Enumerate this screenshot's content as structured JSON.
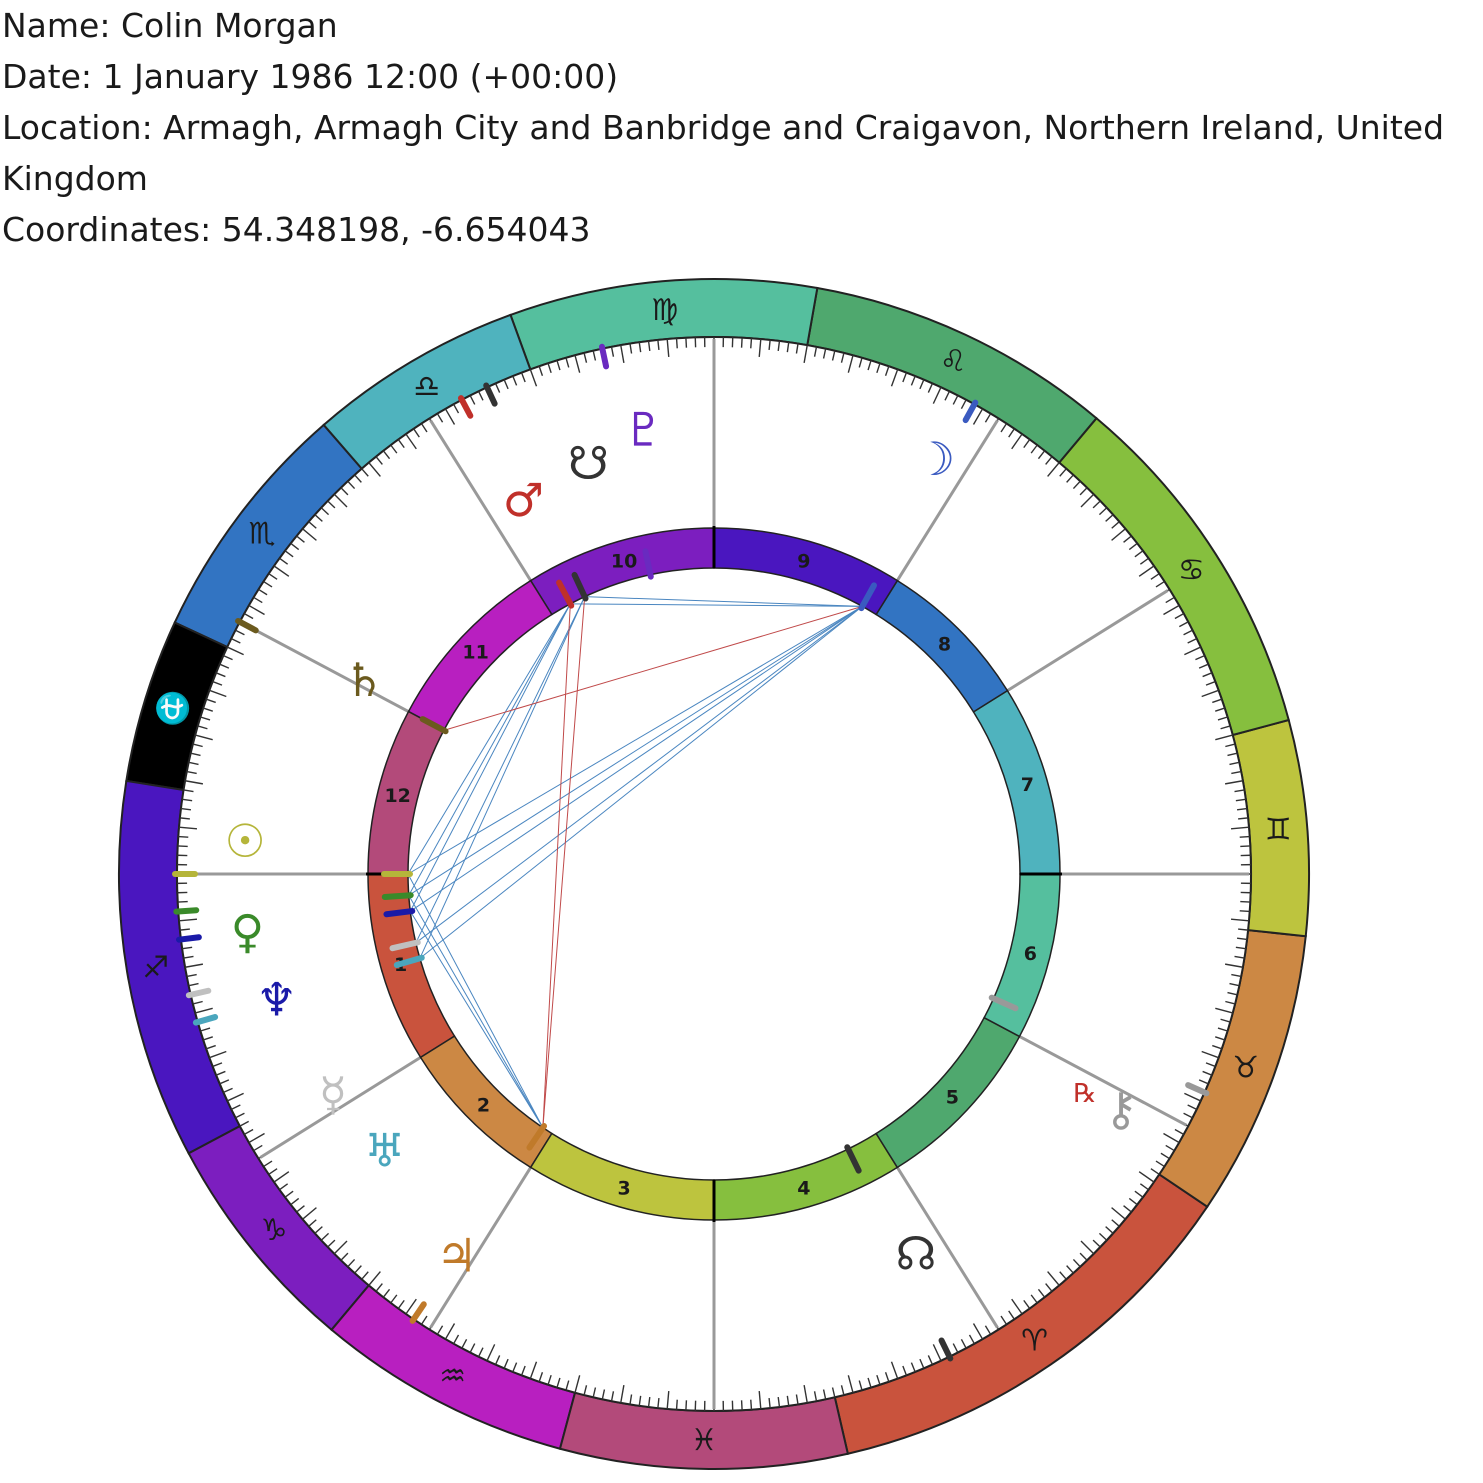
{
  "header": {
    "name_line": "Name: Colin Morgan",
    "date_line": "Date: 1 January 1986 12:00 (+00:00)",
    "location_line": "Location: Armagh, Armagh City and Banbridge and Craigavon, Northern Ireland, United Kingdom",
    "coords_line": "Coordinates: 54.348198, -6.654043"
  },
  "chart": {
    "signs": [
      {
        "name": "aries",
        "glyph": "♈",
        "color": "#c9533d"
      },
      {
        "name": "taurus",
        "glyph": "♉",
        "color": "#cc8844"
      },
      {
        "name": "gemini",
        "glyph": "♊",
        "color": "#bdc43e"
      },
      {
        "name": "cancer",
        "glyph": "♋",
        "color": "#86bf3e"
      },
      {
        "name": "leo",
        "glyph": "♌",
        "color": "#4fa86e"
      },
      {
        "name": "virgo",
        "glyph": "♍",
        "color": "#55bf9e"
      },
      {
        "name": "libra",
        "glyph": "♎",
        "color": "#4fb3be"
      },
      {
        "name": "scorpio",
        "glyph": "♏",
        "color": "#3274c2"
      },
      {
        "name": "ophiuchus",
        "glyph": "⛎",
        "color": "#000000"
      },
      {
        "name": "sagittarius",
        "glyph": "♐",
        "color": "#4a16bf"
      },
      {
        "name": "capricorn",
        "glyph": "♑",
        "color": "#7c1ebf"
      },
      {
        "name": "aquarius",
        "glyph": "♒",
        "color": "#b81fc0"
      },
      {
        "name": "pisces",
        "glyph": "♓",
        "color": "#b34a7a"
      }
    ],
    "houses": [
      {
        "label": "1",
        "color": "#c9533d"
      },
      {
        "label": "2",
        "color": "#cc8844"
      },
      {
        "label": "3",
        "color": "#bdc43e"
      },
      {
        "label": "4",
        "color": "#86bf3e"
      },
      {
        "label": "5",
        "color": "#4fa86e"
      },
      {
        "label": "6",
        "color": "#55bf9e"
      },
      {
        "label": "7",
        "color": "#4fb3be"
      },
      {
        "label": "8",
        "color": "#3274c2"
      },
      {
        "label": "9",
        "color": "#4a16bf"
      },
      {
        "label": "10",
        "color": "#7c1ebf"
      },
      {
        "label": "11",
        "color": "#b81fc0"
      },
      {
        "label": "12",
        "color": "#b34a7a"
      }
    ],
    "bodies": [
      {
        "name": "sun",
        "glyph": "☉",
        "color": "#b5b53a"
      },
      {
        "name": "venus",
        "glyph": "♀",
        "color": "#3a8a2a"
      },
      {
        "name": "neptune",
        "glyph": "♆",
        "color": "#1a1aa8"
      },
      {
        "name": "mercury",
        "glyph": "☿",
        "color": "#c0c0c0"
      },
      {
        "name": "uranus",
        "glyph": "♅",
        "color": "#4aa6bd"
      },
      {
        "name": "saturn",
        "glyph": "♄",
        "color": "#6b5a1e"
      },
      {
        "name": "mars",
        "glyph": "♂",
        "color": "#c0302a"
      },
      {
        "name": "south-node",
        "glyph": "☋",
        "color": "#333333"
      },
      {
        "name": "pluto",
        "glyph": "♇",
        "color": "#6a2ac0"
      },
      {
        "name": "moon",
        "glyph": "☽",
        "color": "#3a5ac0"
      },
      {
        "name": "chiron",
        "glyph": "⚷",
        "color": "#999999"
      },
      {
        "name": "north-node",
        "glyph": "☊",
        "color": "#333333"
      },
      {
        "name": "jupiter",
        "glyph": "♃",
        "color": "#c07a2a"
      }
    ],
    "retrograde_mark": "℞",
    "aspect_colors": {
      "blue": "#4a86c0",
      "red": "#c04a4a"
    }
  }
}
